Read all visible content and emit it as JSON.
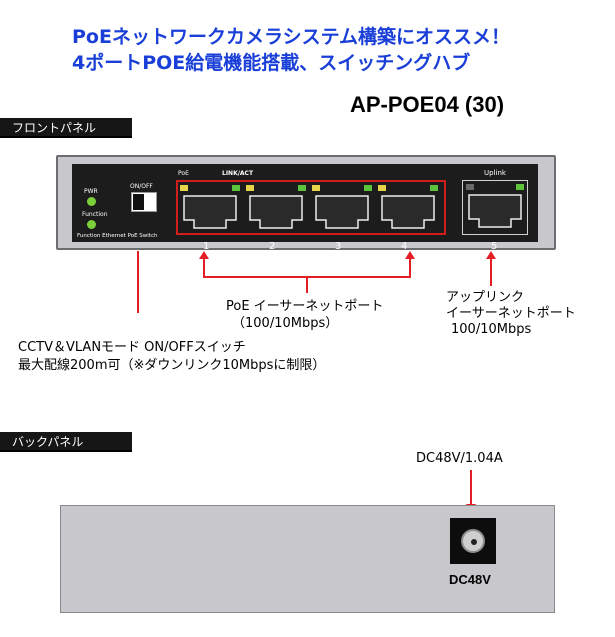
{
  "header": {
    "line1": "PoEネットワークカメラシステム構築にオススメ！",
    "line2": "4ポートPOE給電機能搭載、スイッチングハブ",
    "model": "AP-POE04 (30)"
  },
  "front_panel": {
    "section_label": "フロントパネル",
    "pwr_label": "PWR",
    "function_label": "Function",
    "onoff_label": "ON/OFF",
    "bottom_label": "Function Ethernet PoE Switch",
    "poe_label": "PoE",
    "link_act_label": "LINK/ACT",
    "uplink_label": "Uplink",
    "ports": [
      "1",
      "2",
      "3",
      "4",
      "5"
    ],
    "poe_caption": [
      "PoE イーサーネットポート",
      "（100/10Mbps）"
    ],
    "uplink_caption": [
      "アップリンク",
      "イーサーネットポート",
      "100/10Mbps"
    ],
    "switch_caption": [
      "CCTV＆VLANモード ON/OFFスイッチ",
      "最大配線200m可（※ダウンリンク10Mbpsに制限）"
    ]
  },
  "back_panel": {
    "section_label": "バックパネル",
    "power_spec": "DC48V/1.04A",
    "jack_label": "DC48V"
  },
  "colors": {
    "headline_blue": "#1a3fd8",
    "annotation_red": "#e31e24",
    "led_green": "#7bd03a",
    "led_yellow": "#e8d44a"
  }
}
